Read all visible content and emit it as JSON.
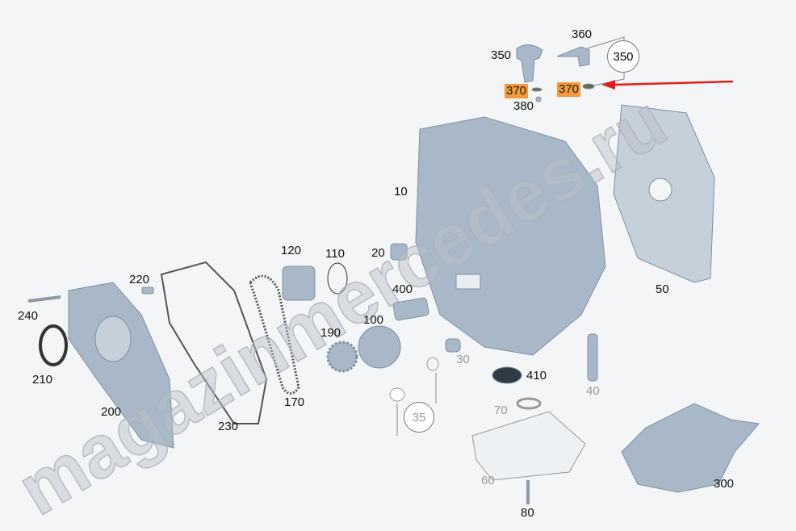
{
  "watermark": "magazinmercedes.ru",
  "colors": {
    "part": "#a9b8c8",
    "part_dark": "#7f90a3",
    "highlight": "#f39a3c",
    "arrow": "#e81c1c"
  },
  "labels": {
    "l350": "350",
    "l360": "360",
    "group350": "350",
    "l370a": "370",
    "l370b": "370",
    "l380": "380",
    "l10": "10",
    "l20": "20",
    "l120": "120",
    "l110": "110",
    "l220": "220",
    "l240": "240",
    "l210": "210",
    "l200": "200",
    "l400": "400",
    "l100": "100",
    "l190": "190",
    "l170": "170",
    "l230": "230",
    "l30": "30",
    "group35": "35",
    "l410": "410",
    "l40": "40",
    "l70": "70",
    "l60": "60",
    "l80": "80",
    "l50": "50",
    "l300": "300"
  }
}
